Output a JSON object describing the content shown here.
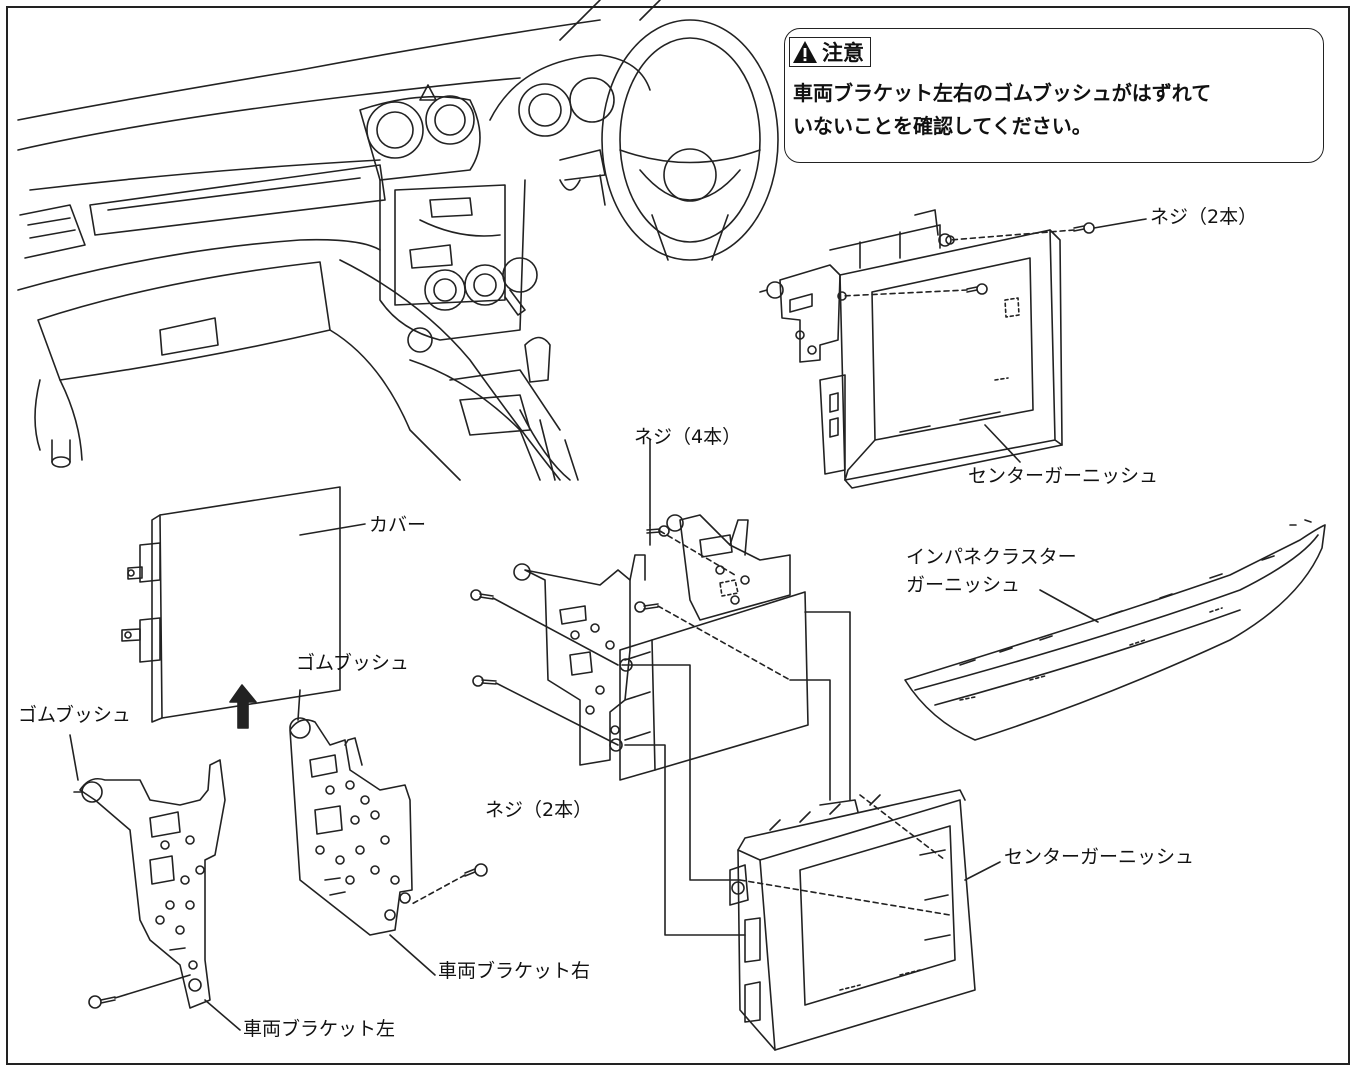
{
  "notice": {
    "icon": "warning-triangle-icon",
    "title": "注意",
    "text": "車両ブラケット左右のゴムブッシュがはずれて\nいないことを確認してください。"
  },
  "labels": {
    "screw_2_top": "ネジ（2本）",
    "center_garnish_top": "センターガーニッシュ",
    "screw_4": "ネジ（4本）",
    "cover": "カバー",
    "panel_garnish_line1": "インパネクラスター",
    "panel_garnish_line2": "ガーニッシュ",
    "rubber_bush_center": "ゴムブッシュ",
    "rubber_bush_left": "ゴムブッシュ",
    "screw_2_bottom": "ネジ（2本）",
    "center_garnish_bottom": "センターガーニッシュ",
    "bracket_right": "車両ブラケット右",
    "bracket_left": "車両ブラケット左"
  }
}
